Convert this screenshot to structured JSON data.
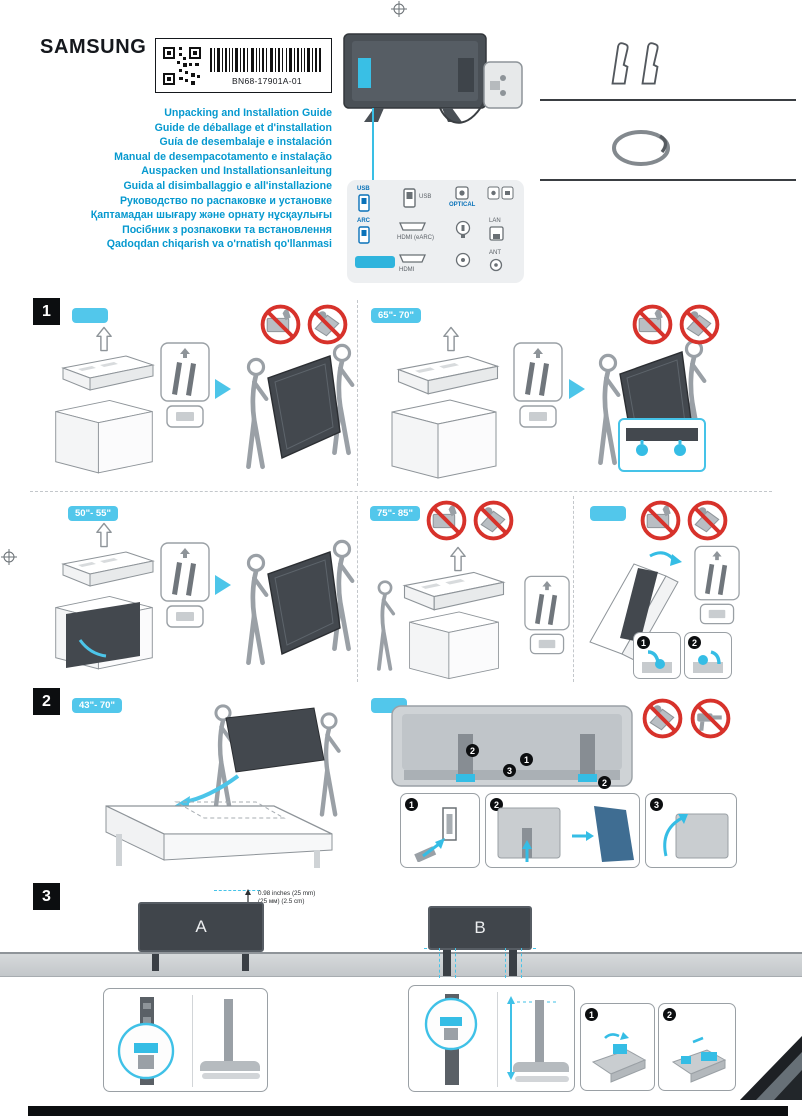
{
  "brand": "SAMSUNG",
  "label": {
    "part_number": "BN68-17901A-01"
  },
  "titles": [
    "Unpacking and Installation Guide",
    "Guide de déballage et d'installation",
    "Guía de desembalaje e instalación",
    "Manual de desempacotamento e instalação",
    "Auspacken und Installationsanleitung",
    "Guida al disimballaggio e all'installazione",
    "Руководство по распаковке и установке",
    "Қаптамадан шығару және орнату нұсқаулығы",
    "Посібник з розпаковки та встановлення",
    "Qadoqdan chiqarish va o'rnatish qo'llanmasi"
  ],
  "ports": {
    "usb": "USB",
    "usb2": "USB",
    "optical": "OPTICAL",
    "arc": "ARC",
    "hdmi_earc": "HDMI (eARC)",
    "lan": "LAN",
    "hdmi": "HDMI",
    "ant": "ANT"
  },
  "section1": {
    "num": "1",
    "badge_left": "",
    "badge_65_70": "65\"- 70\"",
    "badge_50_55": "50\"- 55\"",
    "badge_75_85": "75\"- 85\"",
    "badge_right": "",
    "steps": [
      "1",
      "2"
    ]
  },
  "section2": {
    "num": "2",
    "badge_43_70": "43\"- 70\"",
    "badge_blank": "",
    "callouts": [
      "2",
      "3",
      "1",
      "2"
    ],
    "steps": [
      "1",
      "2",
      "3"
    ]
  },
  "section3": {
    "num": "3",
    "dim_line1": "0.98 inches (25 mm)",
    "dim_line2": "(25 мм) (2.5 cm)",
    "tv_a": "A",
    "tv_b": "B",
    "steps": [
      "1",
      "2"
    ]
  }
}
